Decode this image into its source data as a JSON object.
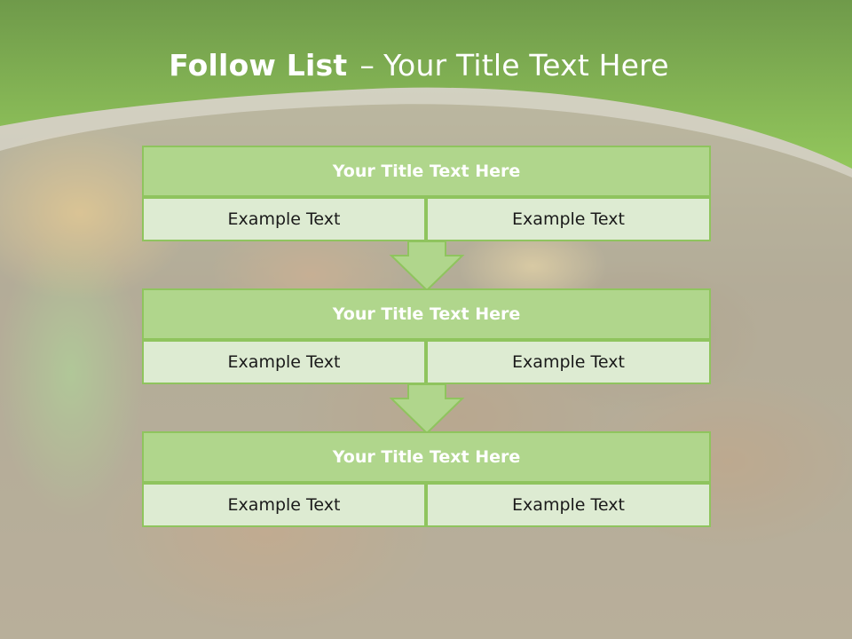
{
  "slide": {
    "title_bold": "Follow List",
    "title_separator": "–",
    "title_rest": "Your Title Text Here"
  },
  "blocks": [
    {
      "title": "Your Title Text Here",
      "left_text": "Example Text",
      "right_text": "Example Text"
    },
    {
      "title": "Your Title Text Here",
      "left_text": "Example Text",
      "right_text": "Example Text"
    },
    {
      "title": "Your Title Text Here",
      "left_text": "Example Text",
      "right_text": "Example Text"
    }
  ],
  "colors": {
    "header_green": "#8cc45e",
    "title_box_fill": "#b0d68c",
    "cell_fill": "#ddebd2",
    "border_green": "#8fc45e",
    "arrow_fill": "#b0d68c"
  }
}
